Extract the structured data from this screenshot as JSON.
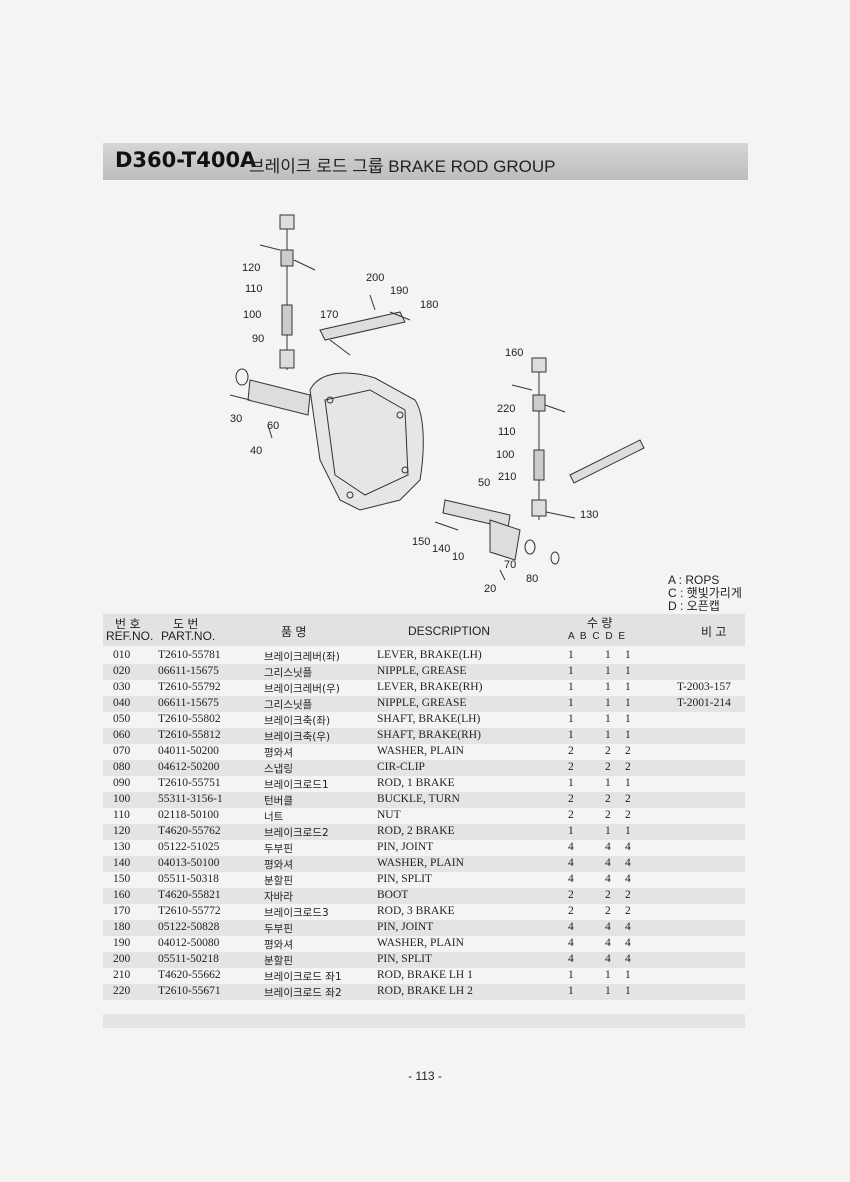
{
  "header": {
    "code": "D360-T400A",
    "title": "브레이크 로드 그룹 BRAKE ROD GROUP"
  },
  "diagram_labels": [
    "120",
    "110",
    "100",
    "90",
    "200",
    "190",
    "180",
    "170",
    "160",
    "220",
    "110",
    "100",
    "210",
    "50",
    "130",
    "30",
    "60",
    "40",
    "150",
    "140",
    "10",
    "70",
    "80",
    "20"
  ],
  "legend": [
    "A : ROPS",
    "C : 햇빛가리게",
    "D : 오픈캡"
  ],
  "table": {
    "headers": {
      "ref_kr": "번 호",
      "ref_en": "REF.NO.",
      "part_kr": "도 번",
      "part_en": "PART.NO.",
      "name_kr": "품 명",
      "desc": "DESCRIPTION",
      "qty_kr": "수 량",
      "qty_cols": "A B C D E",
      "note_kr": "비 고"
    },
    "rows": [
      {
        "ref": "010",
        "part": "T2610-55781",
        "kr": "브레이크레버(좌)",
        "desc": "LEVER, BRAKE(LH)",
        "a": "1",
        "c": "1",
        "d": "1",
        "note": ""
      },
      {
        "ref": "020",
        "part": "06611-15675",
        "kr": "그리스닛플",
        "desc": "NIPPLE, GREASE",
        "a": "1",
        "c": "1",
        "d": "1",
        "note": ""
      },
      {
        "ref": "030",
        "part": "T2610-55792",
        "kr": "브레이크레버(우)",
        "desc": "LEVER, BRAKE(RH)",
        "a": "1",
        "c": "1",
        "d": "1",
        "note": "T-2003-157"
      },
      {
        "ref": "040",
        "part": "06611-15675",
        "kr": "그리스닛플",
        "desc": "NIPPLE, GREASE",
        "a": "1",
        "c": "1",
        "d": "1",
        "note": "T-2001-214"
      },
      {
        "ref": "050",
        "part": "T2610-55802",
        "kr": "브레이크축(좌)",
        "desc": "SHAFT, BRAKE(LH)",
        "a": "1",
        "c": "1",
        "d": "1",
        "note": ""
      },
      {
        "ref": "060",
        "part": "T2610-55812",
        "kr": "브레이크축(우)",
        "desc": "SHAFT, BRAKE(RH)",
        "a": "1",
        "c": "1",
        "d": "1",
        "note": ""
      },
      {
        "ref": "070",
        "part": "04011-50200",
        "kr": "평와셔",
        "desc": "WASHER, PLAIN",
        "a": "2",
        "c": "2",
        "d": "2",
        "note": ""
      },
      {
        "ref": "080",
        "part": "04612-50200",
        "kr": "스냅링",
        "desc": "CIR-CLIP",
        "a": "2",
        "c": "2",
        "d": "2",
        "note": ""
      },
      {
        "ref": "090",
        "part": "T2610-55751",
        "kr": "브레이크로드1",
        "desc": "ROD, 1 BRAKE",
        "a": "1",
        "c": "1",
        "d": "1",
        "note": ""
      },
      {
        "ref": "100",
        "part": "55311-3156-1",
        "kr": "턴버클",
        "desc": "BUCKLE, TURN",
        "a": "2",
        "c": "2",
        "d": "2",
        "note": ""
      },
      {
        "ref": "110",
        "part": "02118-50100",
        "kr": "너트",
        "desc": "NUT",
        "a": "2",
        "c": "2",
        "d": "2",
        "note": ""
      },
      {
        "ref": "120",
        "part": "T4620-55762",
        "kr": "브레이크로드2",
        "desc": "ROD, 2 BRAKE",
        "a": "1",
        "c": "1",
        "d": "1",
        "note": ""
      },
      {
        "ref": "130",
        "part": "05122-51025",
        "kr": "두부핀",
        "desc": "PIN, JOINT",
        "a": "4",
        "c": "4",
        "d": "4",
        "note": ""
      },
      {
        "ref": "140",
        "part": "04013-50100",
        "kr": "평와셔",
        "desc": "WASHER, PLAIN",
        "a": "4",
        "c": "4",
        "d": "4",
        "note": ""
      },
      {
        "ref": "150",
        "part": "05511-50318",
        "kr": "분할핀",
        "desc": "PIN, SPLIT",
        "a": "4",
        "c": "4",
        "d": "4",
        "note": ""
      },
      {
        "ref": "160",
        "part": "T4620-55821",
        "kr": "자바라",
        "desc": "BOOT",
        "a": "2",
        "c": "2",
        "d": "2",
        "note": ""
      },
      {
        "ref": "170",
        "part": "T2610-55772",
        "kr": "브레이크로드3",
        "desc": "ROD, 3 BRAKE",
        "a": "2",
        "c": "2",
        "d": "2",
        "note": ""
      },
      {
        "ref": "180",
        "part": "05122-50828",
        "kr": "두부핀",
        "desc": "PIN, JOINT",
        "a": "4",
        "c": "4",
        "d": "4",
        "note": ""
      },
      {
        "ref": "190",
        "part": "04012-50080",
        "kr": "평와셔",
        "desc": "WASHER, PLAIN",
        "a": "4",
        "c": "4",
        "d": "4",
        "note": ""
      },
      {
        "ref": "200",
        "part": "05511-50218",
        "kr": "분할핀",
        "desc": "PIN, SPLIT",
        "a": "4",
        "c": "4",
        "d": "4",
        "note": ""
      },
      {
        "ref": "210",
        "part": "T4620-55662",
        "kr": "브레이크로드 좌1",
        "desc": "ROD, BRAKE LH 1",
        "a": "1",
        "c": "1",
        "d": "1",
        "note": ""
      },
      {
        "ref": "220",
        "part": "T2610-55671",
        "kr": "브레이크로드 좌2",
        "desc": "ROD, BRAKE LH 2",
        "a": "1",
        "c": "1",
        "d": "1",
        "note": ""
      }
    ]
  },
  "page_number": "- 113 -"
}
